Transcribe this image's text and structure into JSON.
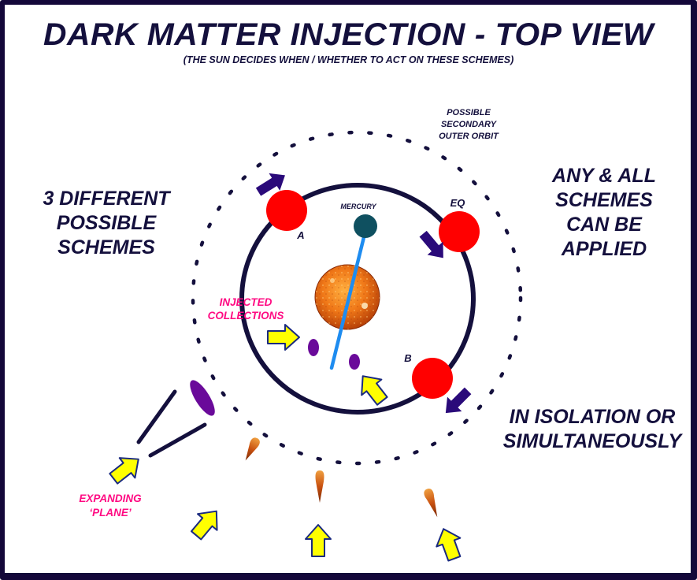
{
  "title": "DARK MATTER INJECTION - TOP VIEW",
  "subtitle": "(THE SUN DECIDES WHEN / WHETHER TO ACT ON THESE SCHEMES)",
  "outer_orbit_label": [
    "POSSIBLE",
    "SECONDARY",
    "OUTER ORBIT"
  ],
  "left_heading": [
    "3 DIFFERENT",
    "POSSIBLE",
    "SCHEMES"
  ],
  "right_heading": [
    "ANY & ALL",
    "SCHEMES",
    "CAN BE",
    "APPLIED"
  ],
  "bottom_right_text": [
    "IN ISOLATION OR",
    "SIMULTANEOUSLY"
  ],
  "injected_label": [
    "INJECTED",
    "COLLECTIONS"
  ],
  "expanding_label": [
    "EXPANDING",
    "‘PLANE’"
  ],
  "bodies": {
    "mercury": "MERCURY",
    "point_a": "A",
    "point_eq": "EQ",
    "point_b": "B"
  },
  "colors": {
    "dark_navy": "#14103d",
    "frame": "#14083a",
    "injection_point": "#ff0000",
    "mercury": "#0f5060",
    "mercury_axis": "#1e8cf0",
    "orbit_arrow": "#2a0a7a",
    "yellow_arrow": "#ffff00",
    "yellow_arrow_outline": "#1a2a80",
    "dark_matter": "#6a0a9a",
    "pink_text": "#ff0a82",
    "sun": "#f07818"
  },
  "icons": {
    "sun": "sun-icon",
    "comet": "comet-icon",
    "push_arrow": "yellow-arrow-icon",
    "orbit_direction": "orbit-direction-arrow-icon"
  }
}
